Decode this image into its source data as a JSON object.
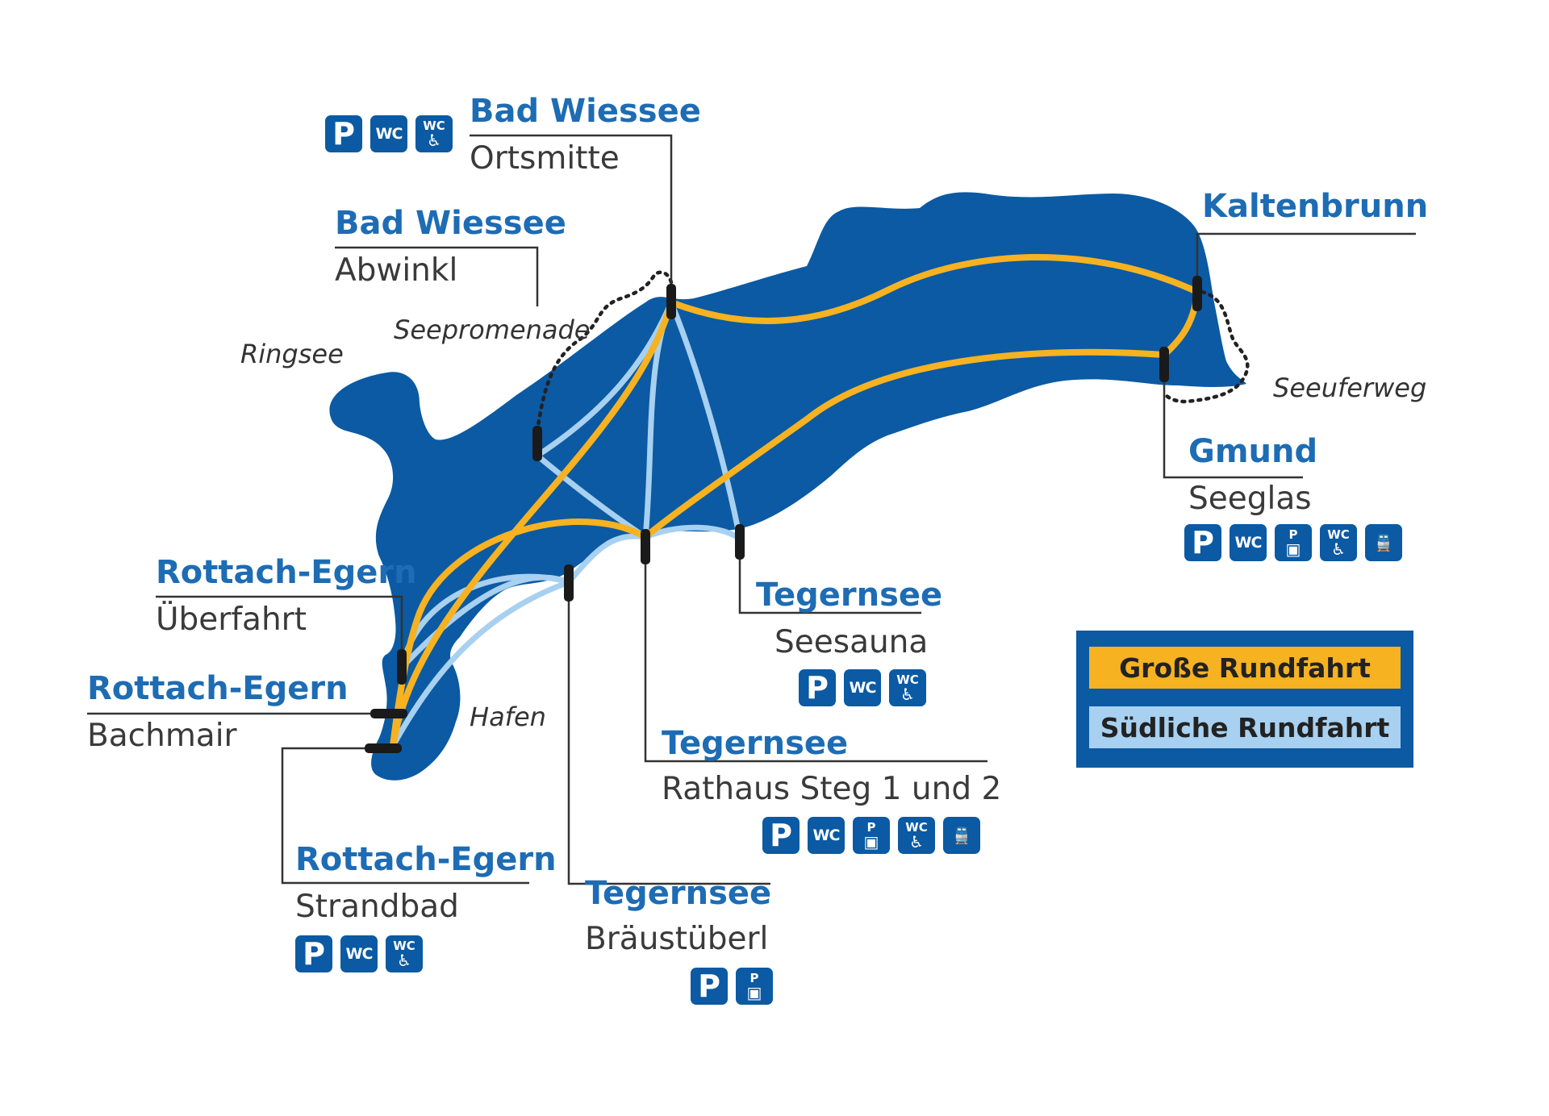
{
  "colors": {
    "lake": "#0b5aa3",
    "grosse_route": "#f6b221",
    "suedliche_route": "#a8d0f0",
    "title_text": "#1d6cb4",
    "icon_bg": "#0b5aa3"
  },
  "stops": {
    "bad_wiessee_ortsmitte": {
      "title": "Bad Wiessee",
      "sub": "Ortsmitte",
      "icons": [
        "parking-icon",
        "wc-icon",
        "accessible-wc-icon"
      ]
    },
    "bad_wiessee_abwinkl": {
      "title": "Bad Wiessee",
      "sub": "Abwinkl"
    },
    "kaltenbrunn": {
      "title": "Kaltenbrunn"
    },
    "gmund_seeglas": {
      "title": "Gmund",
      "sub": "Seeglas",
      "icons": [
        "parking-icon",
        "wc-icon",
        "bus-parking-icon",
        "accessible-wc-icon",
        "train-icon"
      ]
    },
    "rottach_ueberfahrt": {
      "title": "Rottach-Egern",
      "sub": "Überfahrt"
    },
    "rottach_bachmair": {
      "title": "Rottach-Egern",
      "sub": "Bachmair"
    },
    "rottach_strandbad": {
      "title": "Rottach-Egern",
      "sub": "Strandbad",
      "icons": [
        "parking-icon",
        "wc-icon",
        "accessible-wc-icon"
      ]
    },
    "tegernsee_seesauna": {
      "title": "Tegernsee",
      "sub": "Seesauna",
      "icons": [
        "parking-icon",
        "wc-icon",
        "accessible-wc-icon"
      ]
    },
    "tegernsee_rathaus": {
      "title": "Tegernsee",
      "sub": "Rathaus Steg 1 und 2",
      "icons": [
        "parking-icon",
        "wc-icon",
        "bus-parking-icon",
        "accessible-wc-icon",
        "train-icon"
      ]
    },
    "tegernsee_braeustueberl": {
      "title": "Tegernsee",
      "sub": "Bräustüberl",
      "icons": [
        "parking-icon",
        "bus-parking-icon"
      ]
    }
  },
  "places": {
    "ringsee": "Ringsee",
    "seepromenade": "Seepromenade",
    "seeuferweg": "Seeuferweg",
    "hafen": "Hafen"
  },
  "icon_text": {
    "parking": "P",
    "wc": "WC"
  },
  "legend": {
    "grosse": "Große Rundfahrt",
    "suedliche": "Südliche Rundfahrt"
  }
}
